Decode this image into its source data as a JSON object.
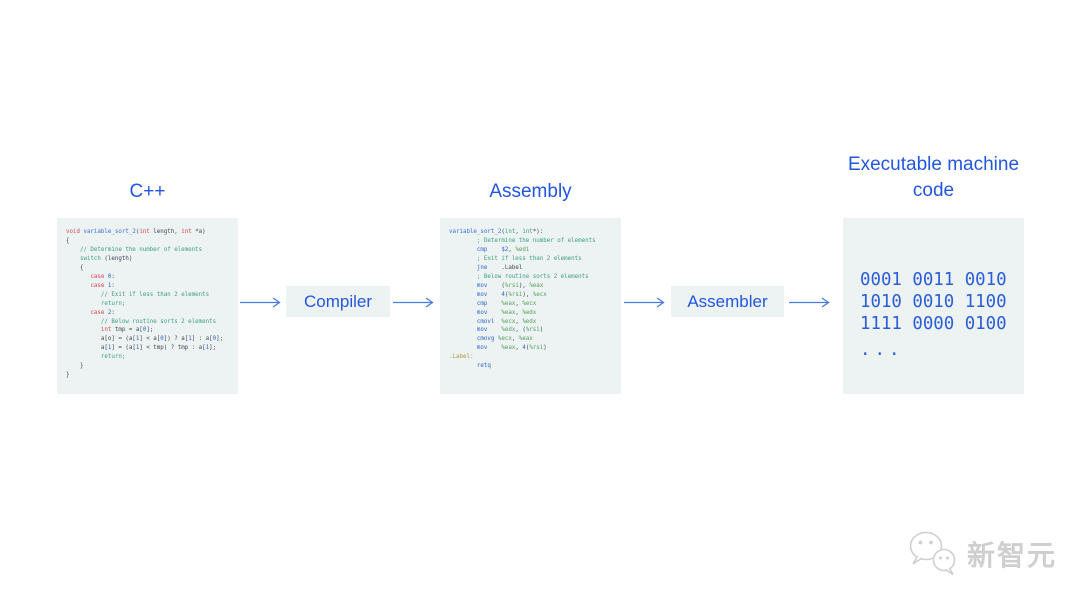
{
  "headers": {
    "cpp": "C++",
    "assembly": "Assembly",
    "machine": "Executable machine code"
  },
  "pipeline": {
    "compiler_label": "Compiler",
    "assembler_label": "Assembler"
  },
  "colors": {
    "accent_blue": "#2356e0",
    "arrow_blue": "#4a7ce0",
    "panel_bg": "#edf2f2",
    "kw_red": "#d2484e",
    "fn_blue": "#3a6fd8",
    "comment_teal": "#3da183",
    "num_blue": "#2e66cf",
    "instr_blue": "#2e66cf",
    "reg_green": "#55a061",
    "label_olive": "#a49a3c",
    "plain_dark": "#3d4b53",
    "machine_blue": "#2c5ed6",
    "watermark_grey": "#cfcfcf"
  },
  "cpp_code": {
    "lines": [
      [
        [
          "void ",
          "k"
        ],
        [
          "variable_sort_2",
          "f"
        ],
        [
          "(",
          "p"
        ],
        [
          "int",
          "k"
        ],
        [
          " length, ",
          "p"
        ],
        [
          "int",
          "k"
        ],
        [
          " *a)",
          "p"
        ]
      ],
      [
        [
          "{",
          "p"
        ]
      ],
      [
        [
          "    // Determine the number of elements",
          "c"
        ]
      ],
      [
        [
          "    ",
          "p"
        ],
        [
          "switch",
          "t"
        ],
        [
          " (length)",
          "p"
        ]
      ],
      [
        [
          "    {",
          "p"
        ]
      ],
      [
        [
          "       ",
          "p"
        ],
        [
          "case ",
          "k"
        ],
        [
          "0",
          "n"
        ],
        [
          ":",
          "p"
        ]
      ],
      [
        [
          "       ",
          "p"
        ],
        [
          "case ",
          "k"
        ],
        [
          "1",
          "n"
        ],
        [
          ":",
          "p"
        ]
      ],
      [
        [
          "          // Exit if less than 2 elements",
          "c"
        ]
      ],
      [
        [
          "          ",
          "p"
        ],
        [
          "return;",
          "t"
        ]
      ],
      [
        [
          "       ",
          "p"
        ],
        [
          "case ",
          "k"
        ],
        [
          "2",
          "n"
        ],
        [
          ":",
          "p"
        ]
      ],
      [
        [
          "          // Below routine sorts 2 elements",
          "c"
        ]
      ],
      [
        [
          "          ",
          "p"
        ],
        [
          "int",
          "k"
        ],
        [
          " tmp = a[",
          "p"
        ],
        [
          "0",
          "n"
        ],
        [
          "];",
          "p"
        ]
      ],
      [
        [
          "          a[o] = (a[",
          "p"
        ],
        [
          "1",
          "n"
        ],
        [
          "] < a[",
          "p"
        ],
        [
          "0",
          "n"
        ],
        [
          "]) ? a[",
          "p"
        ],
        [
          "1",
          "n"
        ],
        [
          "] : a[",
          "p"
        ],
        [
          "0",
          "n"
        ],
        [
          "];",
          "p"
        ]
      ],
      [
        [
          "          a[",
          "p"
        ],
        [
          "1",
          "n"
        ],
        [
          "] = (a[",
          "p"
        ],
        [
          "1",
          "n"
        ],
        [
          "] < tmp) ? tmp : a[",
          "p"
        ],
        [
          "1",
          "n"
        ],
        [
          "];",
          "p"
        ]
      ],
      [
        [
          "          ",
          "p"
        ],
        [
          "return;",
          "t"
        ]
      ],
      [
        [
          "    }",
          "p"
        ]
      ],
      [
        [
          "}",
          "p"
        ]
      ]
    ]
  },
  "asm_code": {
    "lines": [
      [
        [
          "variable_sort_2",
          "f"
        ],
        [
          "(",
          "p"
        ],
        [
          "int",
          "t"
        ],
        [
          ", ",
          "p"
        ],
        [
          "int",
          "t"
        ],
        [
          "*):",
          "p"
        ]
      ],
      [
        [
          "        ; Determine the number of elements",
          "c"
        ]
      ],
      [
        [
          "        ",
          "p"
        ],
        [
          "cmp",
          "i"
        ],
        [
          "    ",
          "p"
        ],
        [
          "$2",
          "n"
        ],
        [
          ", ",
          "p"
        ],
        [
          "%edi",
          "r"
        ]
      ],
      [
        [
          "        ; Exit if less than 2 elements",
          "c"
        ]
      ],
      [
        [
          "        ",
          "p"
        ],
        [
          "jne",
          "i"
        ],
        [
          "    .Label",
          "p"
        ]
      ],
      [
        [
          "        ; Below routine sorts 2 elements",
          "c"
        ]
      ],
      [
        [
          "        ",
          "p"
        ],
        [
          "mov",
          "i"
        ],
        [
          "    (",
          "p"
        ],
        [
          "%rsi",
          "r"
        ],
        [
          "), ",
          "p"
        ],
        [
          "%eax",
          "r"
        ]
      ],
      [
        [
          "        ",
          "p"
        ],
        [
          "mov",
          "i"
        ],
        [
          "    ",
          "p"
        ],
        [
          "4",
          "n"
        ],
        [
          "(",
          "p"
        ],
        [
          "%rsi",
          "r"
        ],
        [
          "), ",
          "p"
        ],
        [
          "%ecx",
          "r"
        ]
      ],
      [
        [
          "        ",
          "p"
        ],
        [
          "cmp",
          "i"
        ],
        [
          "    ",
          "p"
        ],
        [
          "%eax",
          "r"
        ],
        [
          ", ",
          "p"
        ],
        [
          "%ecx",
          "r"
        ]
      ],
      [
        [
          "        ",
          "p"
        ],
        [
          "mov",
          "i"
        ],
        [
          "    ",
          "p"
        ],
        [
          "%eax",
          "r"
        ],
        [
          ", ",
          "p"
        ],
        [
          "%edx",
          "r"
        ]
      ],
      [
        [
          "        ",
          "p"
        ],
        [
          "cmovl",
          "i"
        ],
        [
          "  ",
          "p"
        ],
        [
          "%ecx",
          "r"
        ],
        [
          ", ",
          "p"
        ],
        [
          "%edx",
          "r"
        ]
      ],
      [
        [
          "        ",
          "p"
        ],
        [
          "mov",
          "i"
        ],
        [
          "    ",
          "p"
        ],
        [
          "%edx",
          "r"
        ],
        [
          ", (",
          "p"
        ],
        [
          "%rsi",
          "r"
        ],
        [
          ")",
          "p"
        ]
      ],
      [
        [
          "        ",
          "p"
        ],
        [
          "cmovg",
          "i"
        ],
        [
          " ",
          "p"
        ],
        [
          "%ecx",
          "r"
        ],
        [
          ", ",
          "p"
        ],
        [
          "%eax",
          "r"
        ]
      ],
      [
        [
          "        ",
          "p"
        ],
        [
          "mov",
          "i"
        ],
        [
          "    ",
          "p"
        ],
        [
          "%eax",
          "r"
        ],
        [
          ", ",
          "p"
        ],
        [
          "4",
          "n"
        ],
        [
          "(",
          "p"
        ],
        [
          "%rsi",
          "r"
        ],
        [
          ")",
          "p"
        ]
      ],
      [
        [
          ".Label:",
          "l"
        ]
      ],
      [
        [
          "        ",
          "p"
        ],
        [
          "retq",
          "i"
        ]
      ]
    ]
  },
  "machine_code": {
    "lines": [
      "0001 0011 0010",
      "1010 0010 1100",
      "1111 0000 0100",
      "..."
    ]
  },
  "watermark": {
    "brand": "新智元"
  }
}
